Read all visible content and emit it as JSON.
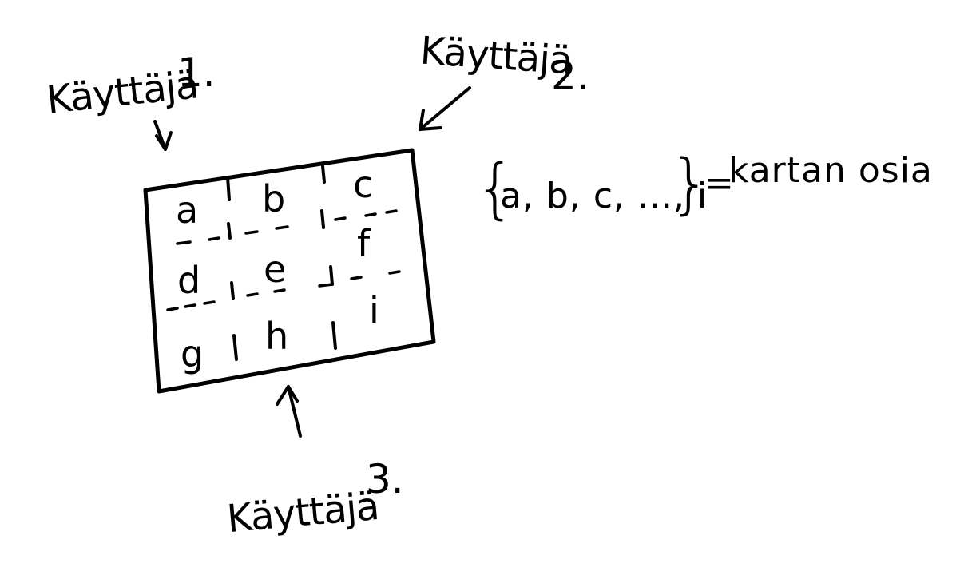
{
  "users": [
    {
      "label": "Käyttäjä",
      "number": "1."
    },
    {
      "label": "Käyttäjä",
      "number": "2."
    },
    {
      "label": "Käyttäjä",
      "number": "3."
    }
  ],
  "grid": {
    "cells": [
      "a",
      "b",
      "c",
      "d",
      "e",
      "f",
      "g",
      "h",
      "i"
    ]
  },
  "set_definition": {
    "open_brace": "{",
    "elements": "a, b, c, ..., i",
    "close_brace": "}",
    "equals": "=",
    "description": "kartan osia"
  },
  "colors": {
    "ink": "#000000",
    "background": "#ffffff"
  }
}
